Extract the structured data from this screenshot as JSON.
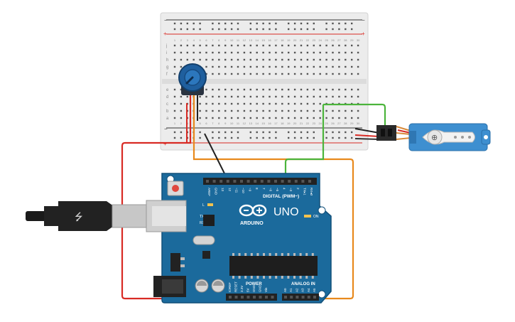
{
  "board": {
    "name": "UNO",
    "brand": "ARDUINO",
    "digital_label": "DIGITAL (PWM~)",
    "power_label": "POWER",
    "analog_label": "ANALOG IN",
    "on_label": "ON",
    "l_label": "L",
    "tx_label": "TX",
    "rx_label": "RX",
    "digital_pins": [
      "AREF",
      "GND",
      "13",
      "12",
      "~11",
      "~10",
      "~9",
      "8",
      "7",
      "~6",
      "~5",
      "4",
      "~3",
      "2",
      "TX▸1",
      "RX◂0"
    ],
    "power_pins": [
      "IOREF",
      "RESET",
      "3.3V",
      "5V",
      "GND",
      "GND",
      "Vin"
    ],
    "analog_pins": [
      "A0",
      "A1",
      "A2",
      "A3",
      "A4",
      "A5"
    ]
  },
  "breadboard": {
    "columns": [
      "1",
      "2",
      "3",
      "4",
      "5",
      "6",
      "7",
      "8",
      "9",
      "10",
      "11",
      "12",
      "13",
      "14",
      "15",
      "16",
      "17",
      "18",
      "19",
      "20",
      "21",
      "22",
      "23",
      "24",
      "25",
      "26",
      "27",
      "28",
      "29",
      "30"
    ],
    "rows_top": [
      "j",
      "i",
      "h",
      "g",
      "f"
    ],
    "rows_bottom": [
      "e",
      "d",
      "c",
      "b",
      "a"
    ],
    "rail_minus": "−",
    "rail_plus": "+"
  },
  "colors": {
    "board_blue": "#1b6a9c",
    "board_edge": "#12507a",
    "wire_red": "#d82a24",
    "wire_orange": "#e8891c",
    "wire_green": "#4bb43b",
    "wire_black": "#222222",
    "servo_blue": "#3e8fd0",
    "pot_blue": "#1f5f9e",
    "breadboard": "#ececec"
  }
}
